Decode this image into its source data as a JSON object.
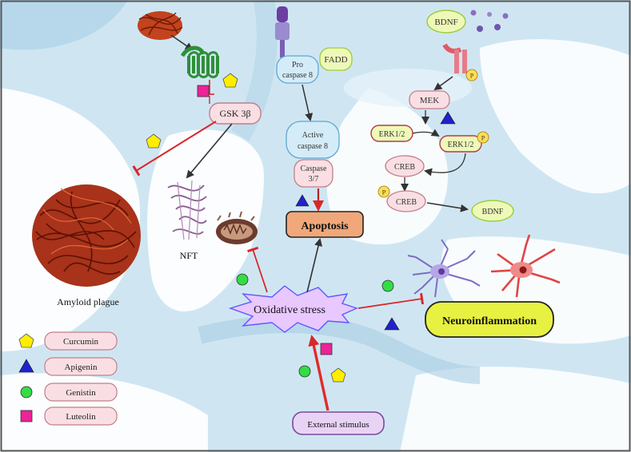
{
  "nodes": {
    "gsk": "GSK 3β",
    "pro_caspase": [
      "Pro",
      "caspase 8"
    ],
    "fadd": "FADD",
    "active_caspase": [
      "Active",
      "caspase 8"
    ],
    "caspase37": [
      "Caspase",
      "3/7"
    ],
    "apoptosis": "Apoptosis",
    "bdnf_top": "BDNF",
    "mek": "MEK",
    "erk_left": "ERK1/2",
    "erk_right": "ERK1/2",
    "creb_top": "CREB",
    "creb_bottom": "CREB",
    "bdnf_bottom": "BDNF",
    "nft": "NFT",
    "amyloid": "Amyloid plague",
    "oxidative": "Oxidative stress",
    "neuroinflammation": "Neuroinflammation",
    "external": "External stimulus",
    "phospho": "P"
  },
  "legend": [
    {
      "label": "Curcumin",
      "shape": "pentagon",
      "color": "#ffee00"
    },
    {
      "label": "Apigenin",
      "shape": "triangle",
      "color": "#2222cc"
    },
    {
      "label": "Genistin",
      "shape": "circle",
      "color": "#33dd44"
    },
    {
      "label": "Luteolin",
      "shape": "square",
      "color": "#ee2299"
    }
  ],
  "colors": {
    "pink_box": "#f9dfe3",
    "pink_border": "#c27f8a",
    "blue_box": "#d4ecf8",
    "blue_border": "#5fa6d1",
    "green_box": "#eef9b8",
    "green_border": "#9ccc3c",
    "apoptosis_fill": "#f0a87a",
    "neuro_fill": "#e7f142",
    "external_fill": "#e9d3f5",
    "inhibit_red": "#d9262b",
    "arrow_dark": "#333333",
    "background_blue": "#cfe6f2"
  }
}
